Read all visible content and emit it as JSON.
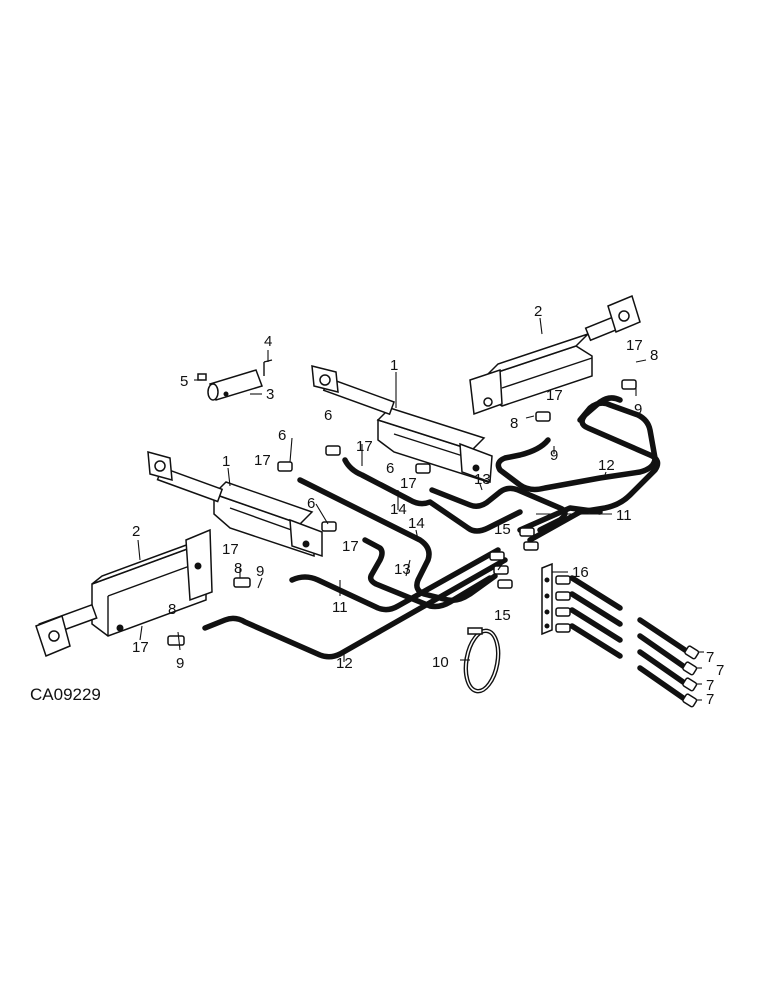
{
  "diagram": {
    "code": "CA09229",
    "callouts": {
      "c1a": "1",
      "c1b": "1",
      "c2a": "2",
      "c2b": "2",
      "c3": "3",
      "c4": "4",
      "c5": "5",
      "c6a": "6",
      "c6b": "6",
      "c6c": "6",
      "c6d": "6",
      "c7a": "7",
      "c7b": "7",
      "c7c": "7",
      "c7d": "7",
      "c8a": "8",
      "c8b": "8",
      "c8c": "8",
      "c8d": "8",
      "c9a": "9",
      "c9b": "9",
      "c9c": "9",
      "c9d": "9",
      "c10": "10",
      "c11a": "11",
      "c11b": "11",
      "c12a": "12",
      "c12b": "12",
      "c13a": "13",
      "c13b": "13",
      "c14a": "14",
      "c14b": "14",
      "c15a": "15",
      "c15b": "15",
      "c16": "16",
      "c17a": "17",
      "c17b": "17",
      "c17c": "17",
      "c17d": "17",
      "c17e": "17",
      "c17f": "17",
      "c17g": "17"
    }
  }
}
